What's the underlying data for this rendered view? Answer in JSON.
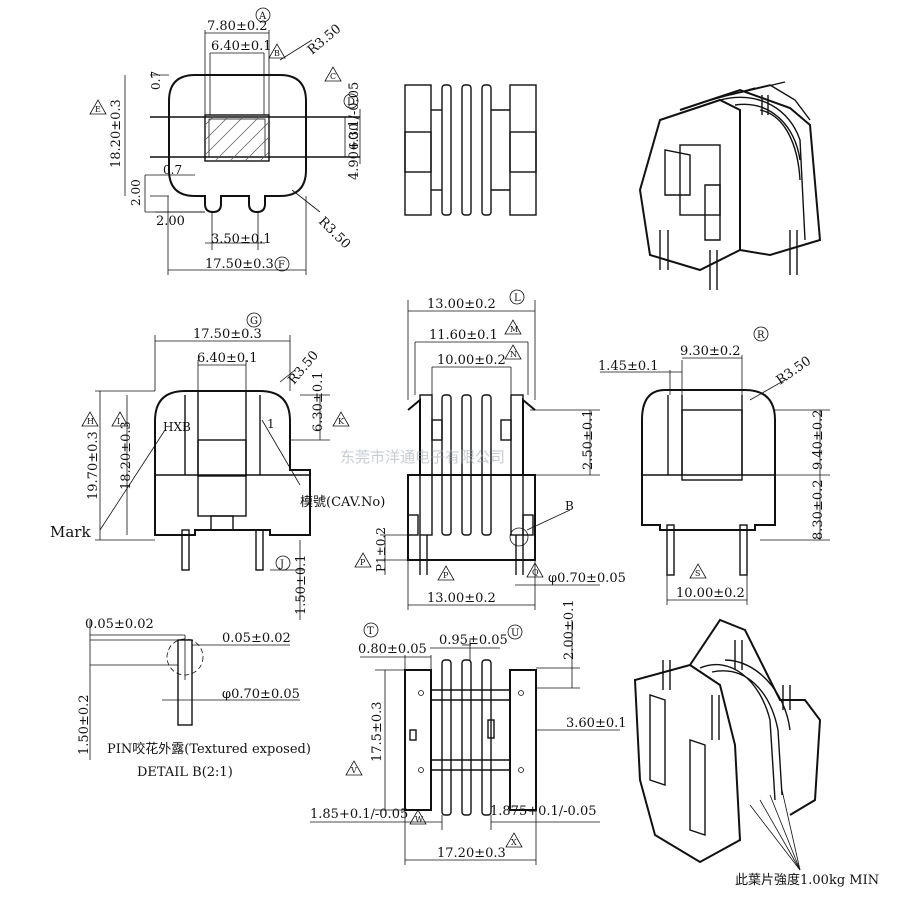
{
  "dims": {
    "top_a": "7.80±0.2",
    "top_b": "6.40±0.1",
    "top_c": "R3.50",
    "top_d": "4.90+0.1/-0.05",
    "top_d2": "6.30",
    "top_e": "18.20±0.3",
    "top_07a": "0.7",
    "top_07b": "0.7",
    "top_200a": "2.00",
    "top_200b": "2.00",
    "top_r350b": "R3.50",
    "top_350": "3.50±0.1",
    "top_f": "17.50±0.3",
    "front_g": "17.50±0.3",
    "front_640": "6.40±0.1",
    "front_r350": "R3.50",
    "front_630": "6.30±0.1",
    "front_h": "19.70±0.3",
    "front_i": "18.20±0.3",
    "front_hxb": "HXB",
    "front_1": "1",
    "front_cav": "模號(CAV.No)",
    "front_mark": "Mark",
    "front_150": "1.50±0.1",
    "side_l": "13.00±0.2",
    "side_m": "11.60±0.1",
    "side_n": "10.00±0.2",
    "side_250": "2.50±0.1",
    "side_b": "B",
    "side_p": "P1±0.2",
    "side_1300b": "13.00±0.2",
    "side_q": "φ0.70±0.05",
    "right_930": "9.30±0.2",
    "right_145": "1.45±0.1",
    "right_r350": "R3.50",
    "right_940": "9.40±0.2",
    "right_830": "8.30±0.2",
    "right_1000": "10.00±0.2",
    "det_005a": "0.05±0.02",
    "det_005b": "0.05±0.02",
    "det_070": "φ0.70±0.05",
    "det_150": "1.50±0.2",
    "det_cap1": "PIN咬花外露(Textured exposed)",
    "det_cap2": "DETAIL B(2:1)",
    "bot_080": "0.80±0.05",
    "bot_095": "0.95±0.05",
    "bot_200": "2.00±0.1",
    "bot_175": "17.5±0.3",
    "bot_360": "3.60±0.1",
    "bot_185": "1.85+0.1/-0.05",
    "bot_1875": "1.875+0.1/-0.05",
    "bot_1720": "17.20±0.3",
    "bot_note": "此葉片強度1.00kg MIN"
  },
  "markers": {
    "A": "A",
    "B": "B",
    "C": "C",
    "D": "D",
    "E": "E",
    "F": "F",
    "G": "G",
    "H": "H",
    "I": "I",
    "J": "J",
    "K": "K",
    "L": "L",
    "M": "M",
    "N": "N",
    "P": "P",
    "Q": "Q",
    "R": "R",
    "S": "S",
    "T": "T",
    "U": "U",
    "V": "V",
    "W": "W",
    "X": "X"
  },
  "watermark": "东莞市洋通电子有限公司"
}
